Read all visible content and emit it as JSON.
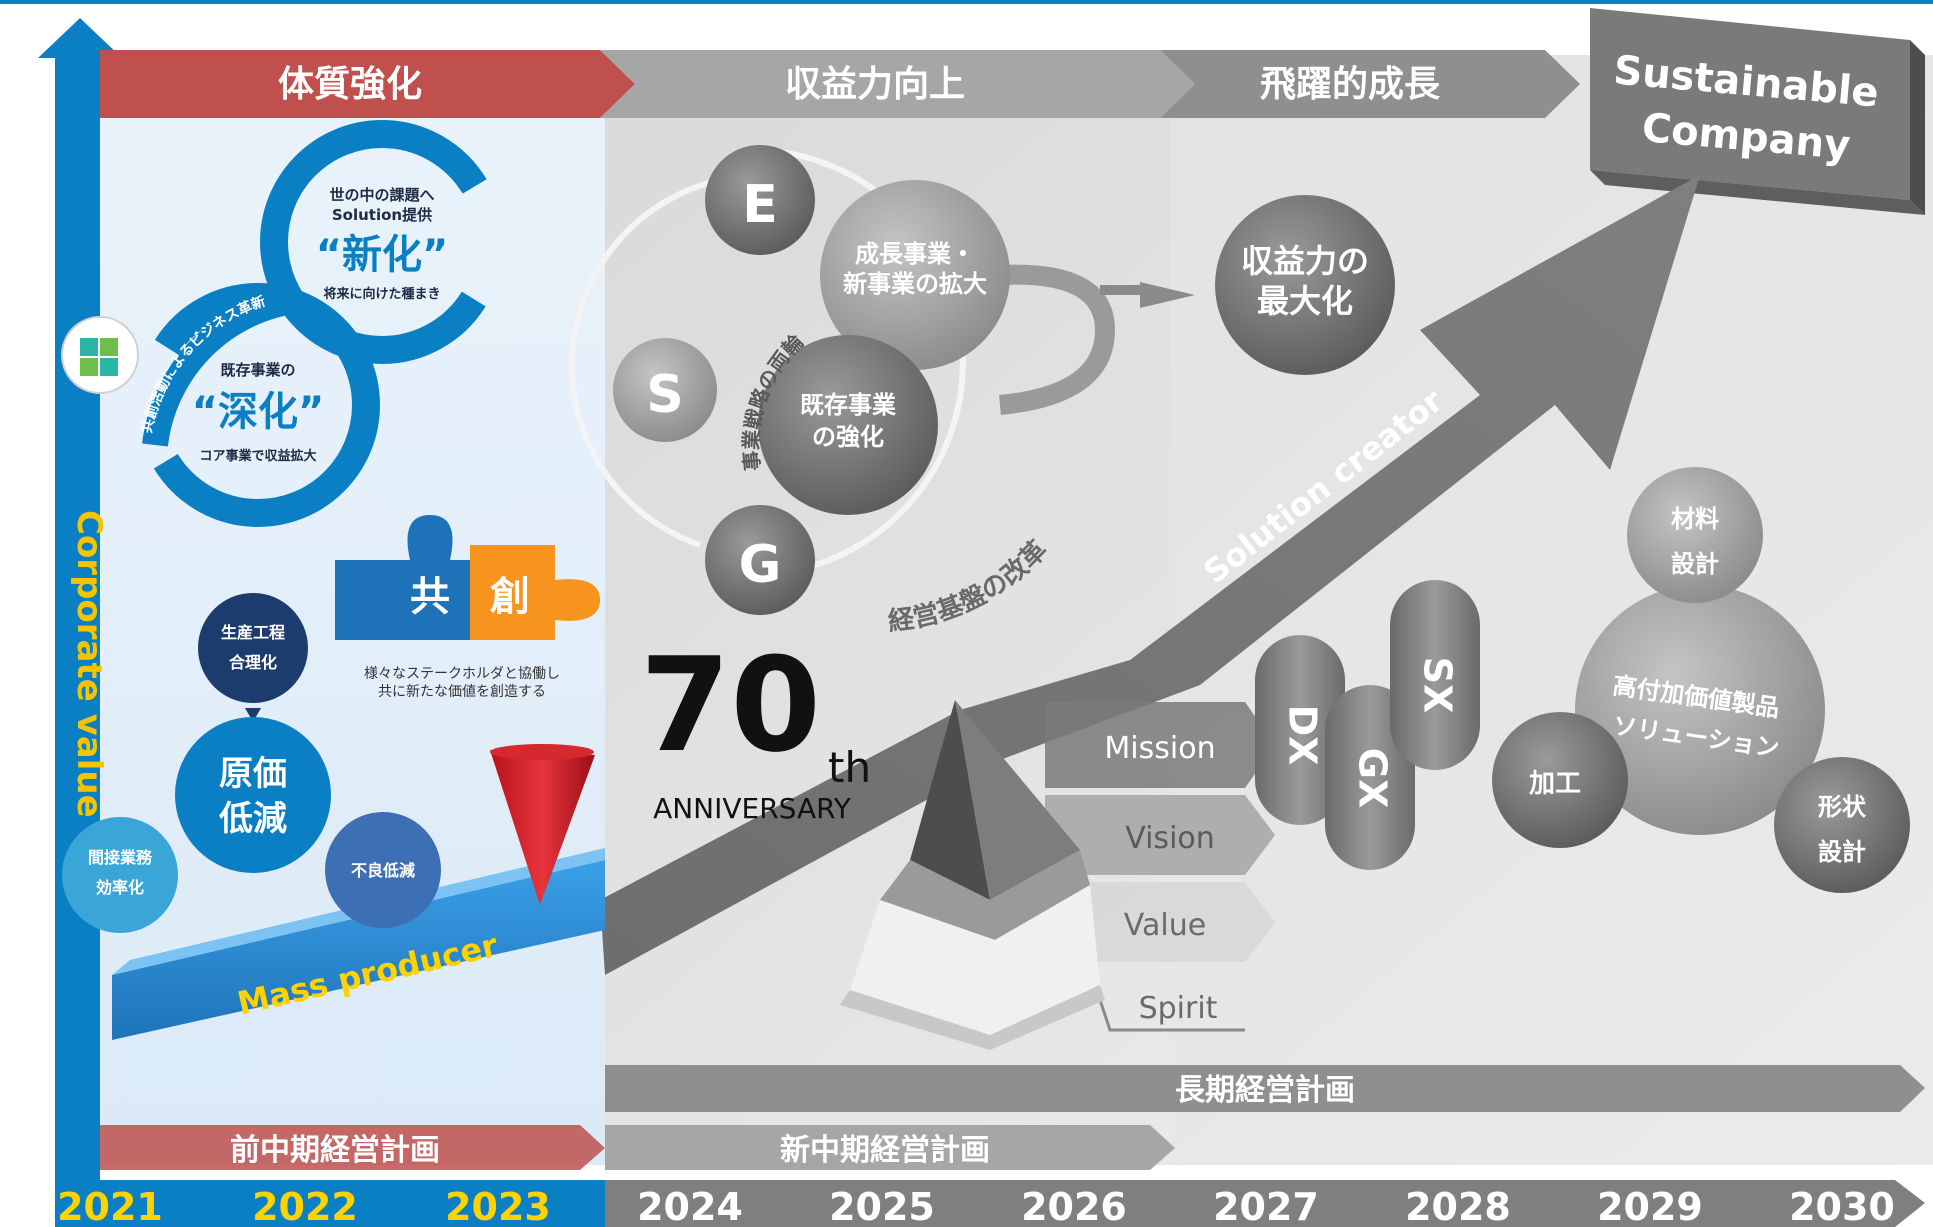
{
  "phases": [
    {
      "label": "体質強化"
    },
    {
      "label": "収益力向上"
    },
    {
      "label": "飛躍的成長"
    }
  ],
  "goal": {
    "line1": "Sustainable",
    "line2": "Company"
  },
  "y_axis_label": "Corporate value",
  "years": [
    "2021",
    "2022",
    "2023",
    "2024",
    "2025",
    "2026",
    "2027",
    "2028",
    "2029",
    "2030"
  ],
  "plans": {
    "previous": "前中期経営計画",
    "new": "新中期経営計画",
    "long_term": "長期経営計画"
  },
  "cycle": {
    "top_line1": "世の中の課題へ",
    "top_line2": "Solution提供",
    "shinka_new": "“新化”",
    "shinka_new_sub": "将来に向けた種まき",
    "bottom_line1": "既存事業の",
    "shinka_deep": "“深化”",
    "shinka_deep_sub": "コア事業で収益拡大",
    "arc_label": "共創活動によるビジネス革新"
  },
  "kyoso": {
    "char1": "共",
    "char2": "創",
    "caption_line1": "様々なステークホルダと協働し",
    "caption_line2": "共に新たな価値を創造する"
  },
  "cost": {
    "center_line1": "原価",
    "center_line2": "低減",
    "top_line1": "生産工程",
    "top_line2": "合理化",
    "left_line1": "間接業務",
    "left_line2": "効率化",
    "right": "不良低減"
  },
  "esg": {
    "e": "E",
    "s": "S",
    "g": "G",
    "growth_line1": "成長事業・",
    "growth_line2": "新事業の拡大",
    "existing_line1": "既存事業",
    "existing_line2": "の強化",
    "both_wheels": "事業戦略の両輪",
    "foundation": "経営基盤の改革",
    "max_line1": "収益力の",
    "max_line2": "最大化"
  },
  "anniversary": {
    "number": "70",
    "suffix": "th",
    "word": "ANNIVERSARY"
  },
  "mass_producer": "Mass producer",
  "solution_creator": "Solution creator",
  "pyramid": {
    "mission": "Mission",
    "vision": "Vision",
    "value": "Value",
    "spirit": "Spirit"
  },
  "capsules": {
    "dx": "DX",
    "gx": "GX",
    "sx": "SX"
  },
  "trefoil": {
    "center_line1": "高付加価値製品",
    "center_line2": "ソリューション",
    "material_line1": "材料",
    "material_line2": "設計",
    "process": "加工",
    "shape_line1": "形状",
    "shape_line2": "設計"
  },
  "colors": {
    "blue": "#0b7fc4",
    "navy": "#1d3c6e",
    "red": "#c0504d",
    "orange": "#f7941d",
    "yellow": "#ffd200",
    "gray": "#8c8c8c"
  }
}
